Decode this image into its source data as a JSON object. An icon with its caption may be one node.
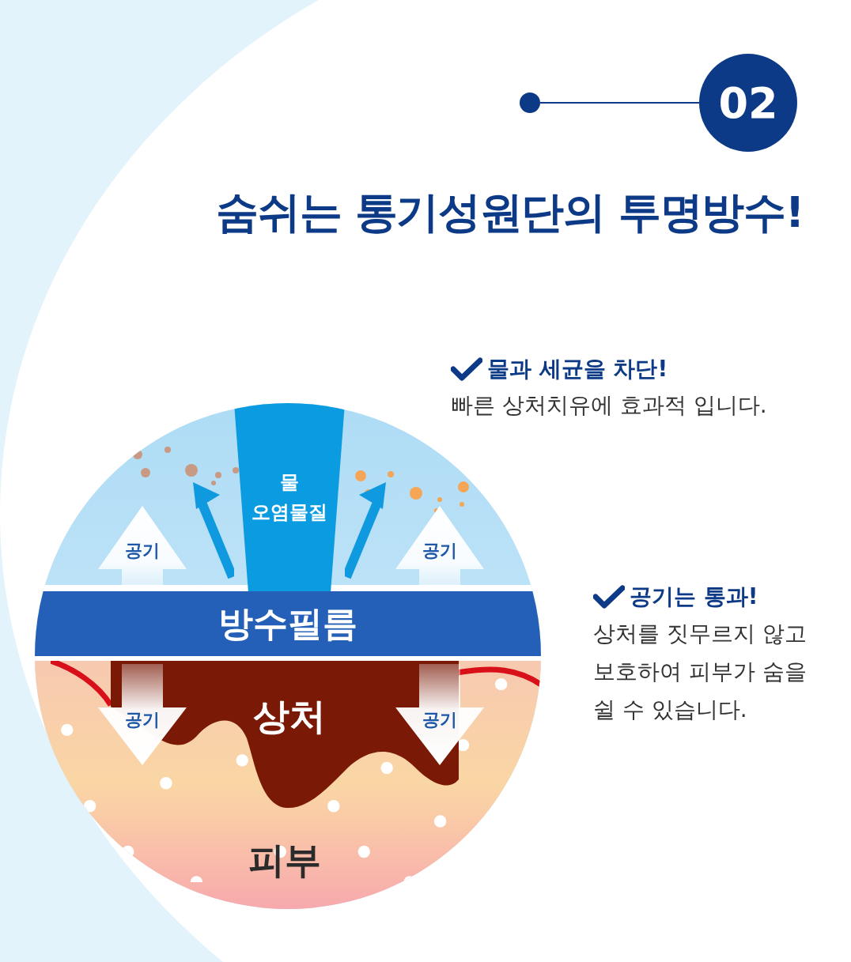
{
  "diagram": {
    "title": "숨쉬는 통기성원단의 투명방수!",
    "nodes": [
      {
        "text": [],
        "shape": "circle"
      },
      {
        "text": [
          "02"
        ]
      },
      {
        "text": [
          "물",
          "오염물질"
        ]
      },
      {
        "text": [
          "공기"
        ]
      },
      {
        "text": [
          "공기"
        ]
      },
      {
        "text": [
          "방수필름"
        ]
      },
      {
        "text": [
          "피부"
        ]
      },
      {
        "text": [
          "공기"
        ],
        "in": 6
      },
      {
        "text": [
          "상처"
        ],
        "in": 6
      },
      {
        "text": [
          "공기"
        ],
        "in": 6
      }
    ],
    "edges": [
      {
        "from": 0,
        "to": 1,
        "arrow": "none"
      }
    ],
    "labels": [
      "물과 세균을 차단!",
      "빠른 상처치유에 효과적 입니다.",
      "공기는 통과!",
      "상처를 짓무르지 않고 보호하여 피부가 숨을 쉴 수 있습니다."
    ]
  }
}
